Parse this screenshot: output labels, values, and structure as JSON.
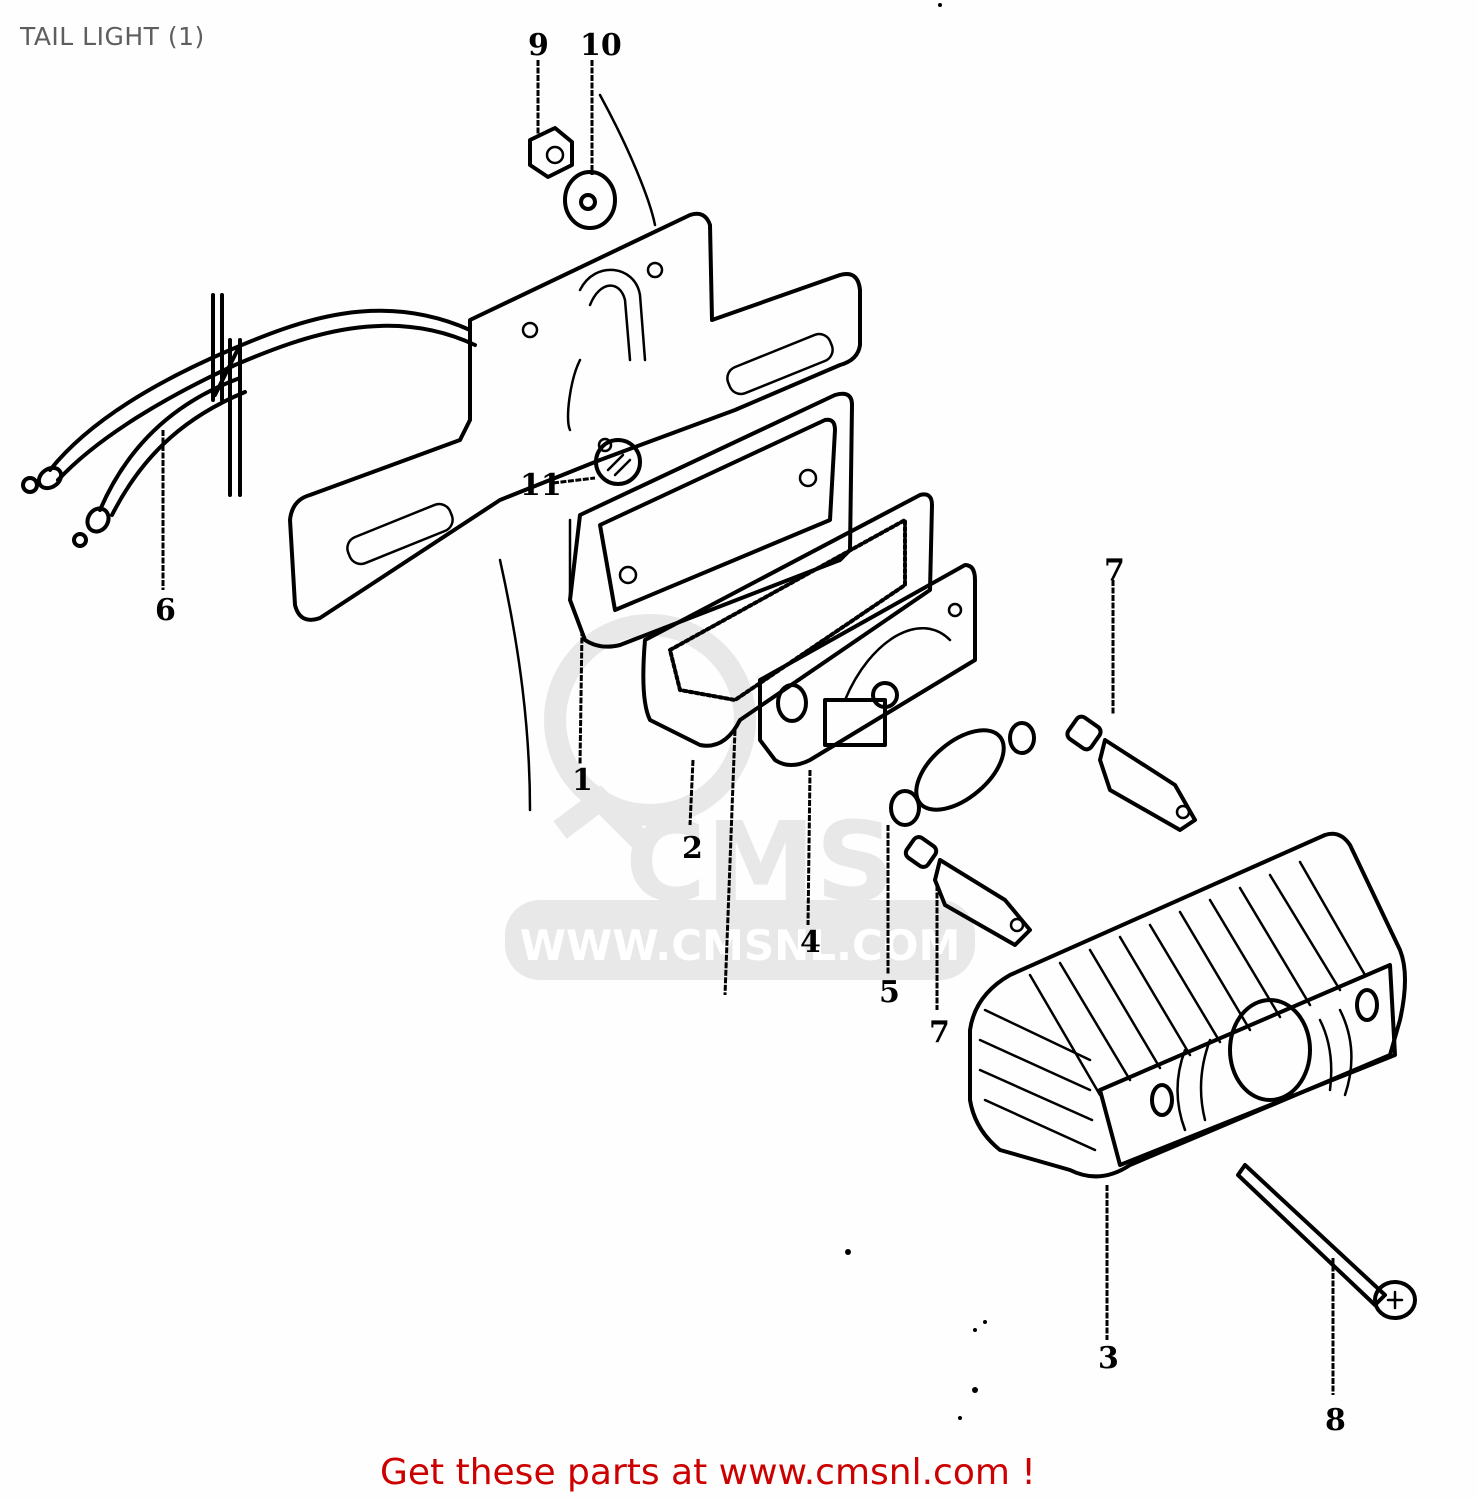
{
  "title": "TAIL LIGHT (1)",
  "footer": {
    "text": "Get these parts at www.cmsnl.com !",
    "color": "#cc0000"
  },
  "watermark": {
    "text": "WWW.CMSNL.COM",
    "logo_text": "CMS",
    "color": "#e6e6e6"
  },
  "parts": [
    {
      "ref": "1",
      "name": "tail-light-base"
    },
    {
      "ref": "2",
      "name": "gasket"
    },
    {
      "ref": "3",
      "name": "tail-light-lens"
    },
    {
      "ref": "4",
      "name": "socket-assembly"
    },
    {
      "ref": "5",
      "name": "bulb"
    },
    {
      "ref": "6",
      "name": "wire-harness"
    },
    {
      "ref": "7",
      "name": "stud-spacer"
    },
    {
      "ref": "7",
      "name": "stud-spacer"
    },
    {
      "ref": "8",
      "name": "screw"
    },
    {
      "ref": "9",
      "name": "nut"
    },
    {
      "ref": "10",
      "name": "washer"
    },
    {
      "ref": "11",
      "name": "grommet"
    }
  ],
  "colors": {
    "background": "#fdfefd",
    "title": "#5e5e5e",
    "lines": "#000000"
  }
}
